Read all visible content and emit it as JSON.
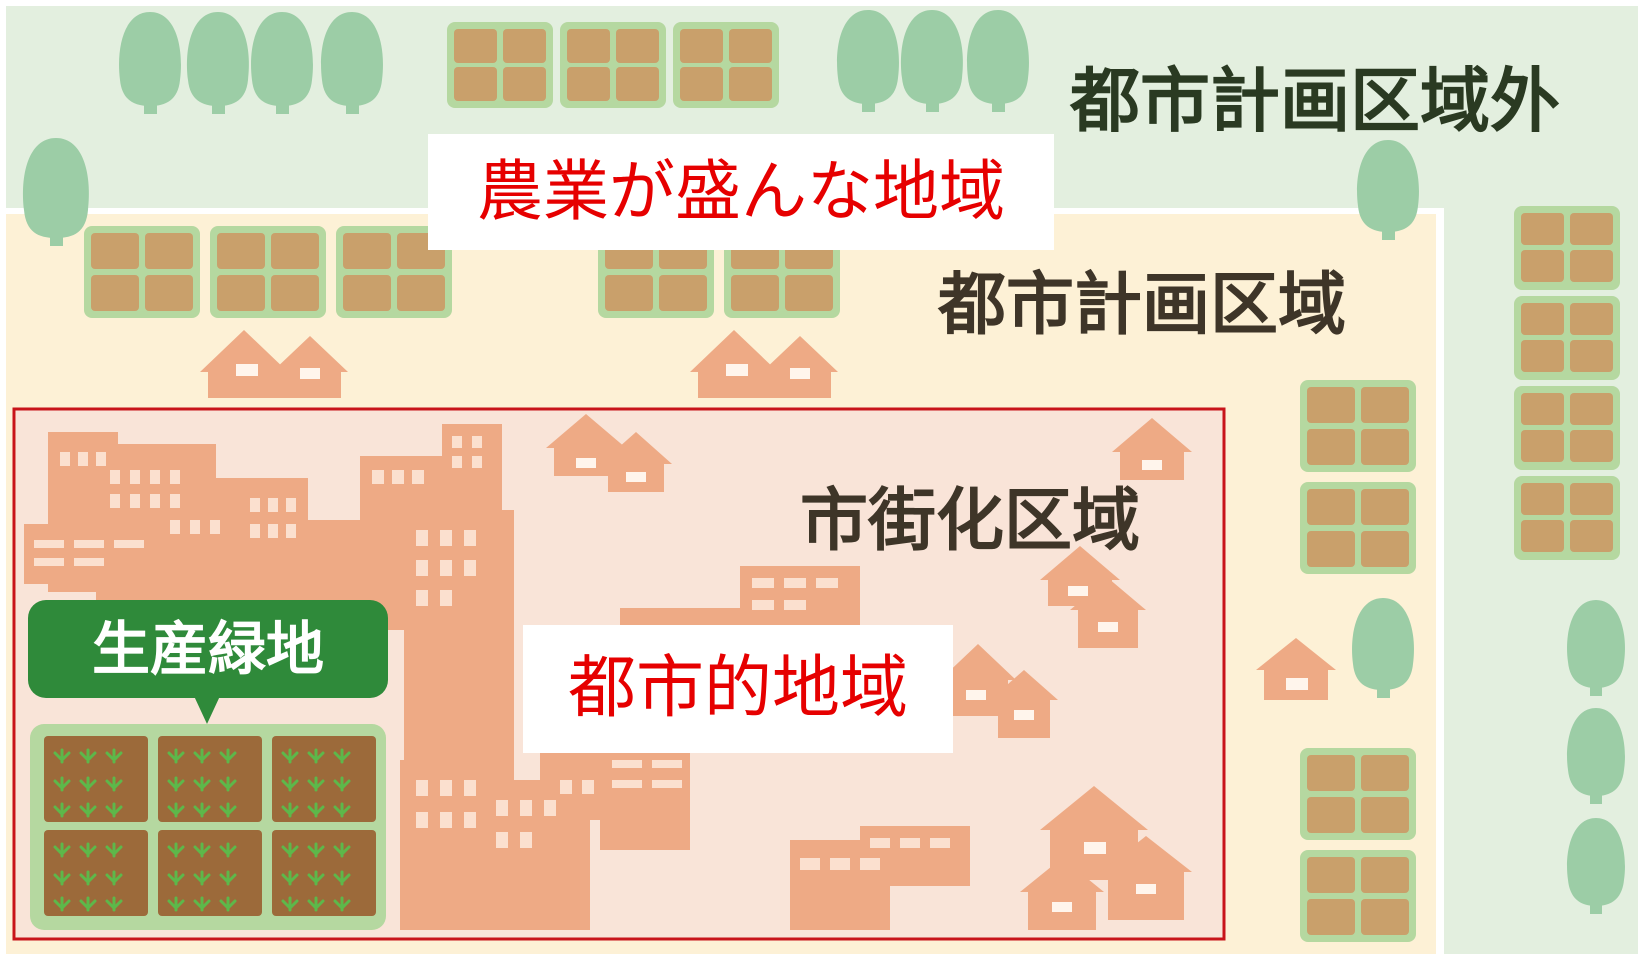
{
  "labels": {
    "outside_planning_area": "都市計画区域外",
    "planning_area": "都市計画区域",
    "urbanization_area": "市街化区域",
    "agricultural_region": "農業が盛んな地域",
    "urban_region": "都市的地域",
    "productive_green_land": "生産緑地"
  },
  "colors": {
    "outside_area_green": "#e3efdf",
    "planning_area_cream": "#fdf1d6",
    "urbanization_area_pink": "#f9e4d8",
    "urban_boundary_red": "#c8141a",
    "field_brown": "#c9a06b",
    "field_frame_green": "#b5d8a0",
    "tree_green": "#9ccda6",
    "building_salmon": "#eeaa85",
    "productive_green_land_badge": "#2f8a3a",
    "callout_text_red": "#e60000"
  }
}
